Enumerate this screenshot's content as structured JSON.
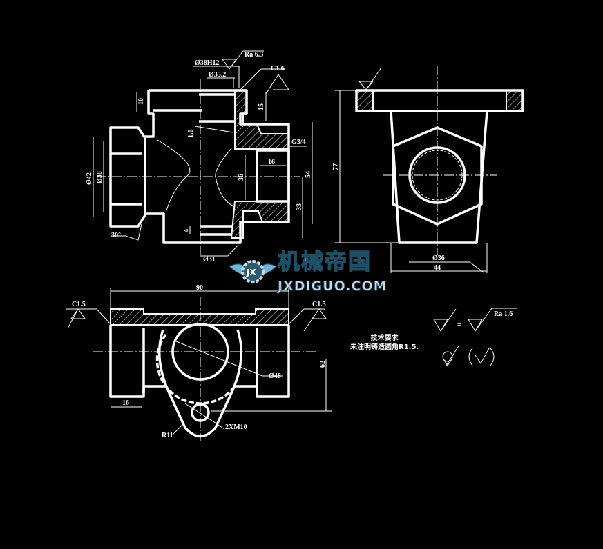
{
  "drawing": {
    "front_view": {
      "labels": {
        "ra_top": "Ra 6.3",
        "dia_38h12": "Ø38H12",
        "dia_35_2": "Ø35.2",
        "chamfer": "C1.6",
        "dim_10": "10",
        "dim_15": "15",
        "dim_1_6": "1.6",
        "thread": "G3/4",
        "dim_16": "16",
        "dim_36": "36",
        "dim_54": "54",
        "dim_33": "33",
        "dia_42": "Ø42",
        "dia_38": "Ø38",
        "angle_30": "30°",
        "dim_4": "4",
        "dia_31": "Ø31"
      }
    },
    "side_view": {
      "labels": {
        "dim_77": "77",
        "dia_36": "Ø36",
        "dim_44": "44"
      }
    },
    "top_view": {
      "labels": {
        "dim_90": "90",
        "chamfer_left": "C1.5",
        "chamfer_right": "C1.5",
        "dia_48": "Ø48",
        "dim_62": "62",
        "dim_16": "16",
        "radius": "R11",
        "thread_holes": "2XM10"
      }
    },
    "roughness_legend": {
      "ra": "Ra 1.6",
      "equals": "="
    },
    "notes": {
      "title": "技术要求",
      "line1": "未注明铸造圆角R1.5."
    }
  },
  "watermark": {
    "cn": "机械帝国",
    "en": "JXDIGUO.COM",
    "logo_letters": "JX",
    "color": "#6fb6d6"
  }
}
